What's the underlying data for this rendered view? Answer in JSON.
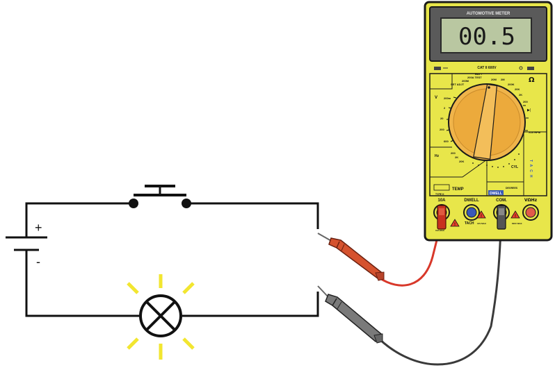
{
  "meter": {
    "title": "AUTOMOTIVE METER",
    "display": "00.5",
    "category": "CAT II 600V",
    "ohm_symbol": "Ω",
    "dial_labels": {
      "v": "V",
      "v_ranges": [
        "200m",
        "2",
        "20",
        "200",
        "600"
      ],
      "hz": "Hz",
      "hz_ranges": [
        "200",
        "2K",
        "20K"
      ],
      "ohm_ranges": [
        "200",
        "2K",
        "20K",
        "200K",
        "2M",
        "20M"
      ],
      "diode": "▶|",
      "batt": "BATT",
      "batt_range": "200A TEST",
      "set_adj": "SET ADJT",
      "set_200m": "200M",
      "dwell_label": "DWELL",
      "cyl": "CYL",
      "temp": "TEMP",
      "type_k": "TYPE K",
      "degrees": "DEGREES",
      "tach": "TACH",
      "rpm": "X10 RPM"
    },
    "jacks": [
      {
        "label": "10A",
        "color": "#d9382b"
      },
      {
        "label": "DWELL",
        "color": "#3a59b8"
      },
      {
        "label": "COM.",
        "color": "#555555"
      },
      {
        "label": "VΩHz",
        "color": "#e25a4a"
      }
    ],
    "jack_notes": {
      "tach": "TACH",
      "left_max": "10A MAX",
      "center_max": "10V MAX",
      "right_max": "600V MAX"
    },
    "colors": {
      "body": "#e8e64a",
      "frame": "#1a1a1a",
      "lcd": "#b9c7a1",
      "dial": "#f0b44a"
    }
  },
  "circuit": {
    "battery_plus": "+",
    "battery_minus": "-",
    "wire_color": "#111111",
    "bulb_ray_color": "#f2e630"
  },
  "probes": {
    "red_color": "#d5522e",
    "black_color": "#7a7a7a"
  }
}
